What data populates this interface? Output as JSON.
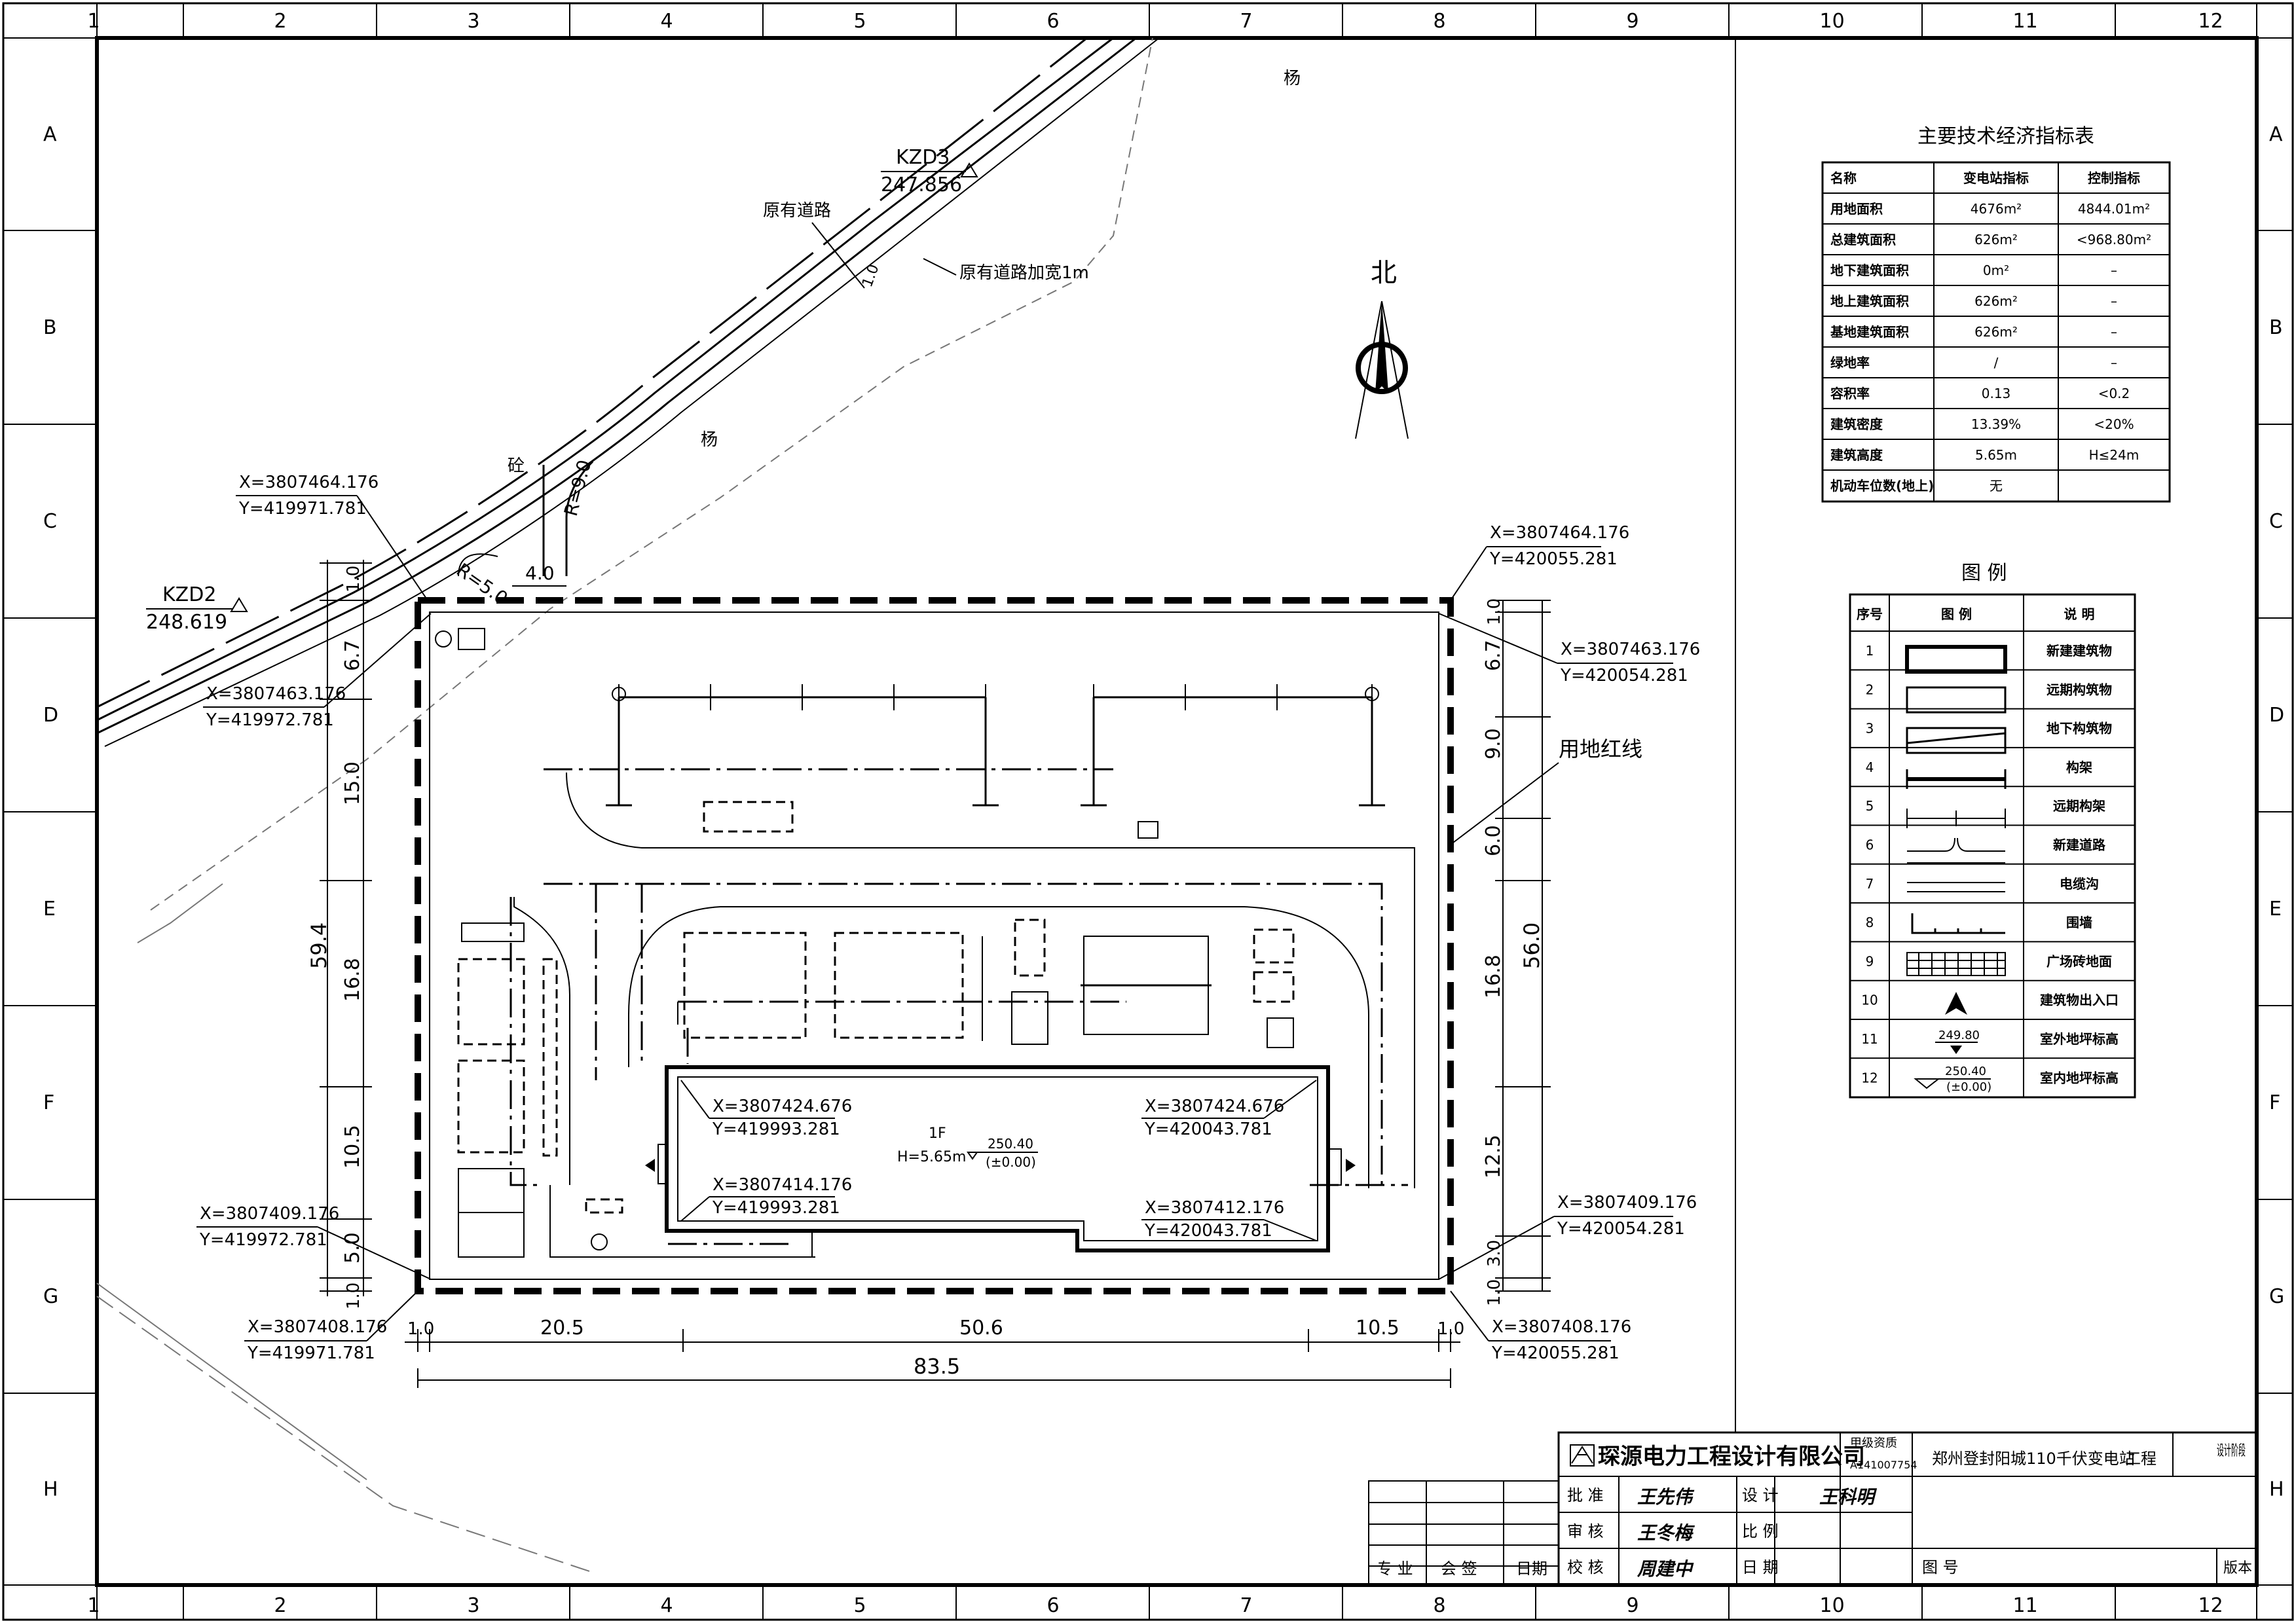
{
  "grid": {
    "columns": [
      "1",
      "2",
      "3",
      "4",
      "5",
      "6",
      "7",
      "8",
      "9",
      "10",
      "11",
      "12"
    ],
    "rows": [
      "A",
      "B",
      "C",
      "D",
      "E",
      "F",
      "G",
      "H"
    ]
  },
  "site": {
    "labels": {
      "north": "北",
      "tree1": "杨",
      "tree2": "杨",
      "concrete": "砼",
      "existing_road": "原有道路",
      "road_widen": "原有道路加宽1m",
      "widen_dim": "1.0",
      "radius1": "R=9.0",
      "radius2": "R=5.0",
      "gate_width": "4.0",
      "red_line": "用地红线"
    },
    "survey_points": [
      {
        "name": "KZD3",
        "elev": "247.856"
      },
      {
        "name": "KZD2",
        "elev": "248.619"
      }
    ],
    "building": {
      "floor": "1F",
      "height": "H=5.65m",
      "elev": "250.40",
      "elev_rel": "(±0.00)"
    },
    "coords": [
      {
        "x": "X=3807464.176",
        "y": "Y=419971.781"
      },
      {
        "x": "X=3807464.176",
        "y": "Y=420055.281"
      },
      {
        "x": "X=3807463.176",
        "y": "Y=420054.281"
      },
      {
        "x": "X=3807463.176",
        "y": "Y=419972.781"
      },
      {
        "x": "X=3807424.676",
        "y": "Y=419993.281"
      },
      {
        "x": "X=3807424.676",
        "y": "Y=420043.781"
      },
      {
        "x": "X=3807414.176",
        "y": "Y=419993.281"
      },
      {
        "x": "X=3807412.176",
        "y": "Y=420043.781"
      },
      {
        "x": "X=3807409.176",
        "y": "Y=419972.781"
      },
      {
        "x": "X=3807409.176",
        "y": "Y=420054.281"
      },
      {
        "x": "X=3807408.176",
        "y": "Y=419971.781"
      },
      {
        "x": "X=3807408.176",
        "y": "Y=420055.281"
      }
    ],
    "dims_left": [
      "1.0",
      "6.7",
      "15.0",
      "16.8",
      "10.5",
      "5.0",
      "1.0"
    ],
    "dim_left_total": "59.4",
    "dims_right": [
      "1.0",
      "6.7",
      "9.0",
      "6.0",
      "16.8",
      "12.5",
      "3.0",
      "1.0"
    ],
    "dim_right_total": "56.0",
    "dims_bottom": [
      "1.0",
      "20.5",
      "50.6",
      "10.5",
      "1.0"
    ],
    "dim_bottom_total": "83.5"
  },
  "indicator_table": {
    "title": "主要技术经济指标表",
    "headers": [
      "名称",
      "变电站指标",
      "控制指标"
    ],
    "rows": [
      [
        "用地面积",
        "4676m²",
        "4844.01m²"
      ],
      [
        "总建筑面积",
        "626m²",
        "<968.80m²"
      ],
      [
        "地下建筑面积",
        "0m²",
        "–"
      ],
      [
        "地上建筑面积",
        "626m²",
        "–"
      ],
      [
        "基地建筑面积",
        "626m²",
        "–"
      ],
      [
        "绿地率",
        "/",
        "–"
      ],
      [
        "容积率",
        "0.13",
        "<0.2"
      ],
      [
        "建筑密度",
        "13.39%",
        "<20%"
      ],
      [
        "建筑高度",
        "5.65m",
        "H≤24m"
      ],
      [
        "机动车位数(地上)",
        "无",
        ""
      ]
    ]
  },
  "legend": {
    "title": "图    例",
    "headers": [
      "序号",
      "图  例",
      "说  明"
    ],
    "items": [
      {
        "no": "1",
        "desc": "新建建筑物"
      },
      {
        "no": "2",
        "desc": "远期构筑物"
      },
      {
        "no": "3",
        "desc": "地下构筑物"
      },
      {
        "no": "4",
        "desc": "构架"
      },
      {
        "no": "5",
        "desc": "远期构架"
      },
      {
        "no": "6",
        "desc": "新建道路"
      },
      {
        "no": "7",
        "desc": "电缆沟"
      },
      {
        "no": "8",
        "desc": "围墙"
      },
      {
        "no": "9",
        "desc": "广场砖地面"
      },
      {
        "no": "10",
        "desc": "建筑物出入口"
      },
      {
        "no": "11",
        "desc": "室外地坪标高",
        "elev": "249.80"
      },
      {
        "no": "12",
        "desc": "室内地坪标高",
        "elev": "250.40",
        "elev_rel": "(±0.00)"
      }
    ]
  },
  "title_block": {
    "company": "琛源电力工程设计有限公司",
    "qual_label": "甲级资质",
    "qual_no": "A141007754",
    "project": "郑州登封阳城110千伏变电站",
    "project_suffix": "工程",
    "stage": "设计阶段",
    "approve": "批  准",
    "review": "审  核",
    "check": "校  核",
    "design": "设  计",
    "scale": "比  例",
    "date": "日  期",
    "drawing_no": "图  号",
    "version": "版本",
    "discipline": "专 业",
    "countersign": "会  签",
    "sign_date": "日期",
    "sig_approve": "王先伟",
    "sig_review": "王冬梅",
    "sig_check": "周建中",
    "sig_design": "王科明"
  }
}
